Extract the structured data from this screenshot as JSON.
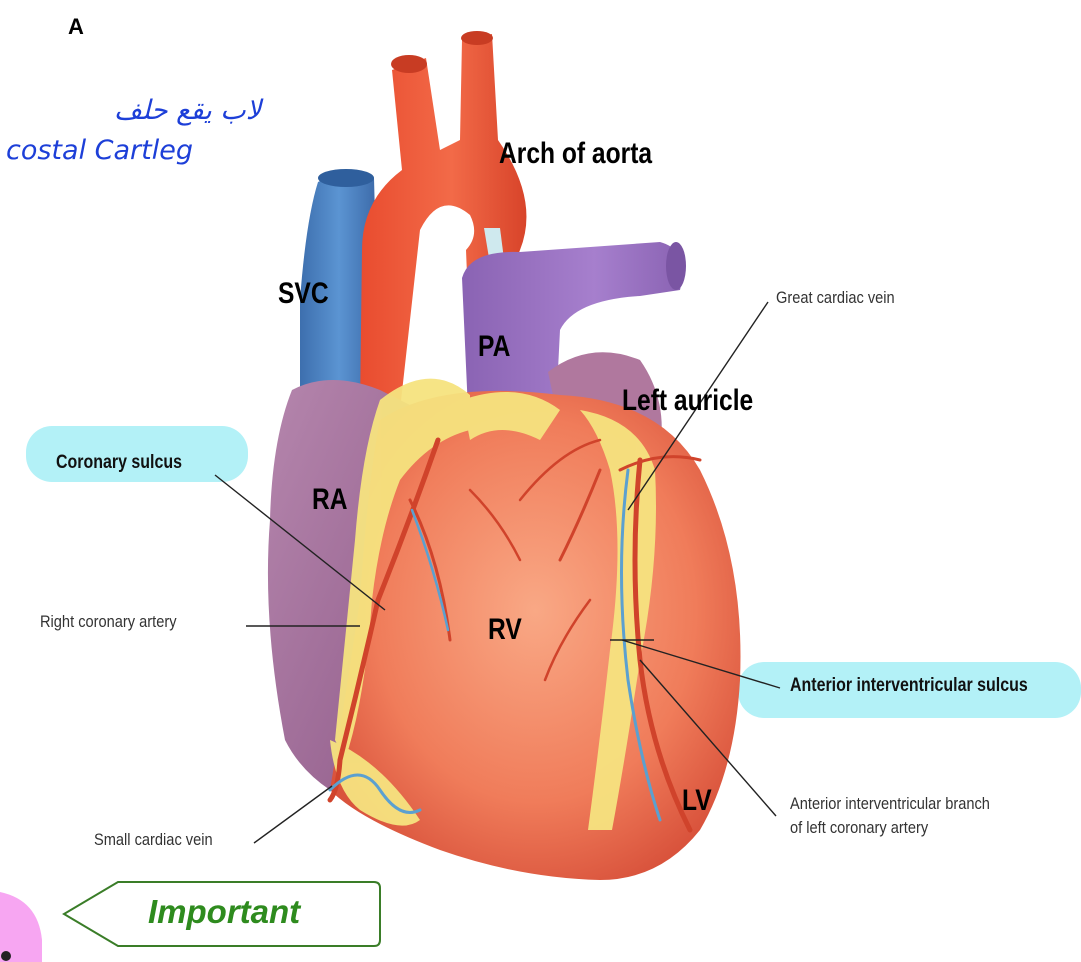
{
  "figure_letter": "A",
  "handwritten_note": {
    "line1": "لاب يقع حلف",
    "line2": "costal Cartleg"
  },
  "labels": {
    "arch_of_aorta": "Arch of aorta",
    "svc": "SVC",
    "pa": "PA",
    "left_auricle": "Left auricle",
    "ra": "RA",
    "rv": "RV",
    "lv": "LV",
    "great_cardiac_vein": "Great cardiac vein",
    "coronary_sulcus": "Coronary sulcus",
    "right_coronary_artery": "Right coronary artery",
    "anterior_interventricular_sulcus": "Anterior interventricular sulcus",
    "anterior_interventricular_branch_line1": "Anterior interventricular branch",
    "anterior_interventricular_branch_line2": "of left coronary artery",
    "small_cardiac_vein": "Small cardiac vein"
  },
  "important_tag": {
    "label": "Important"
  },
  "colors": {
    "aorta": "#f0603f",
    "svc": "#4a82c4",
    "pulmonary_artery": "#9a72c0",
    "right_atrium": "#a46e9a",
    "ventricle": "#f28a6a",
    "fat": "#f6e37f",
    "highlight": "#b3f1f7",
    "handwriting": "#1d3fd8",
    "important_text": "#2e8b1e"
  }
}
